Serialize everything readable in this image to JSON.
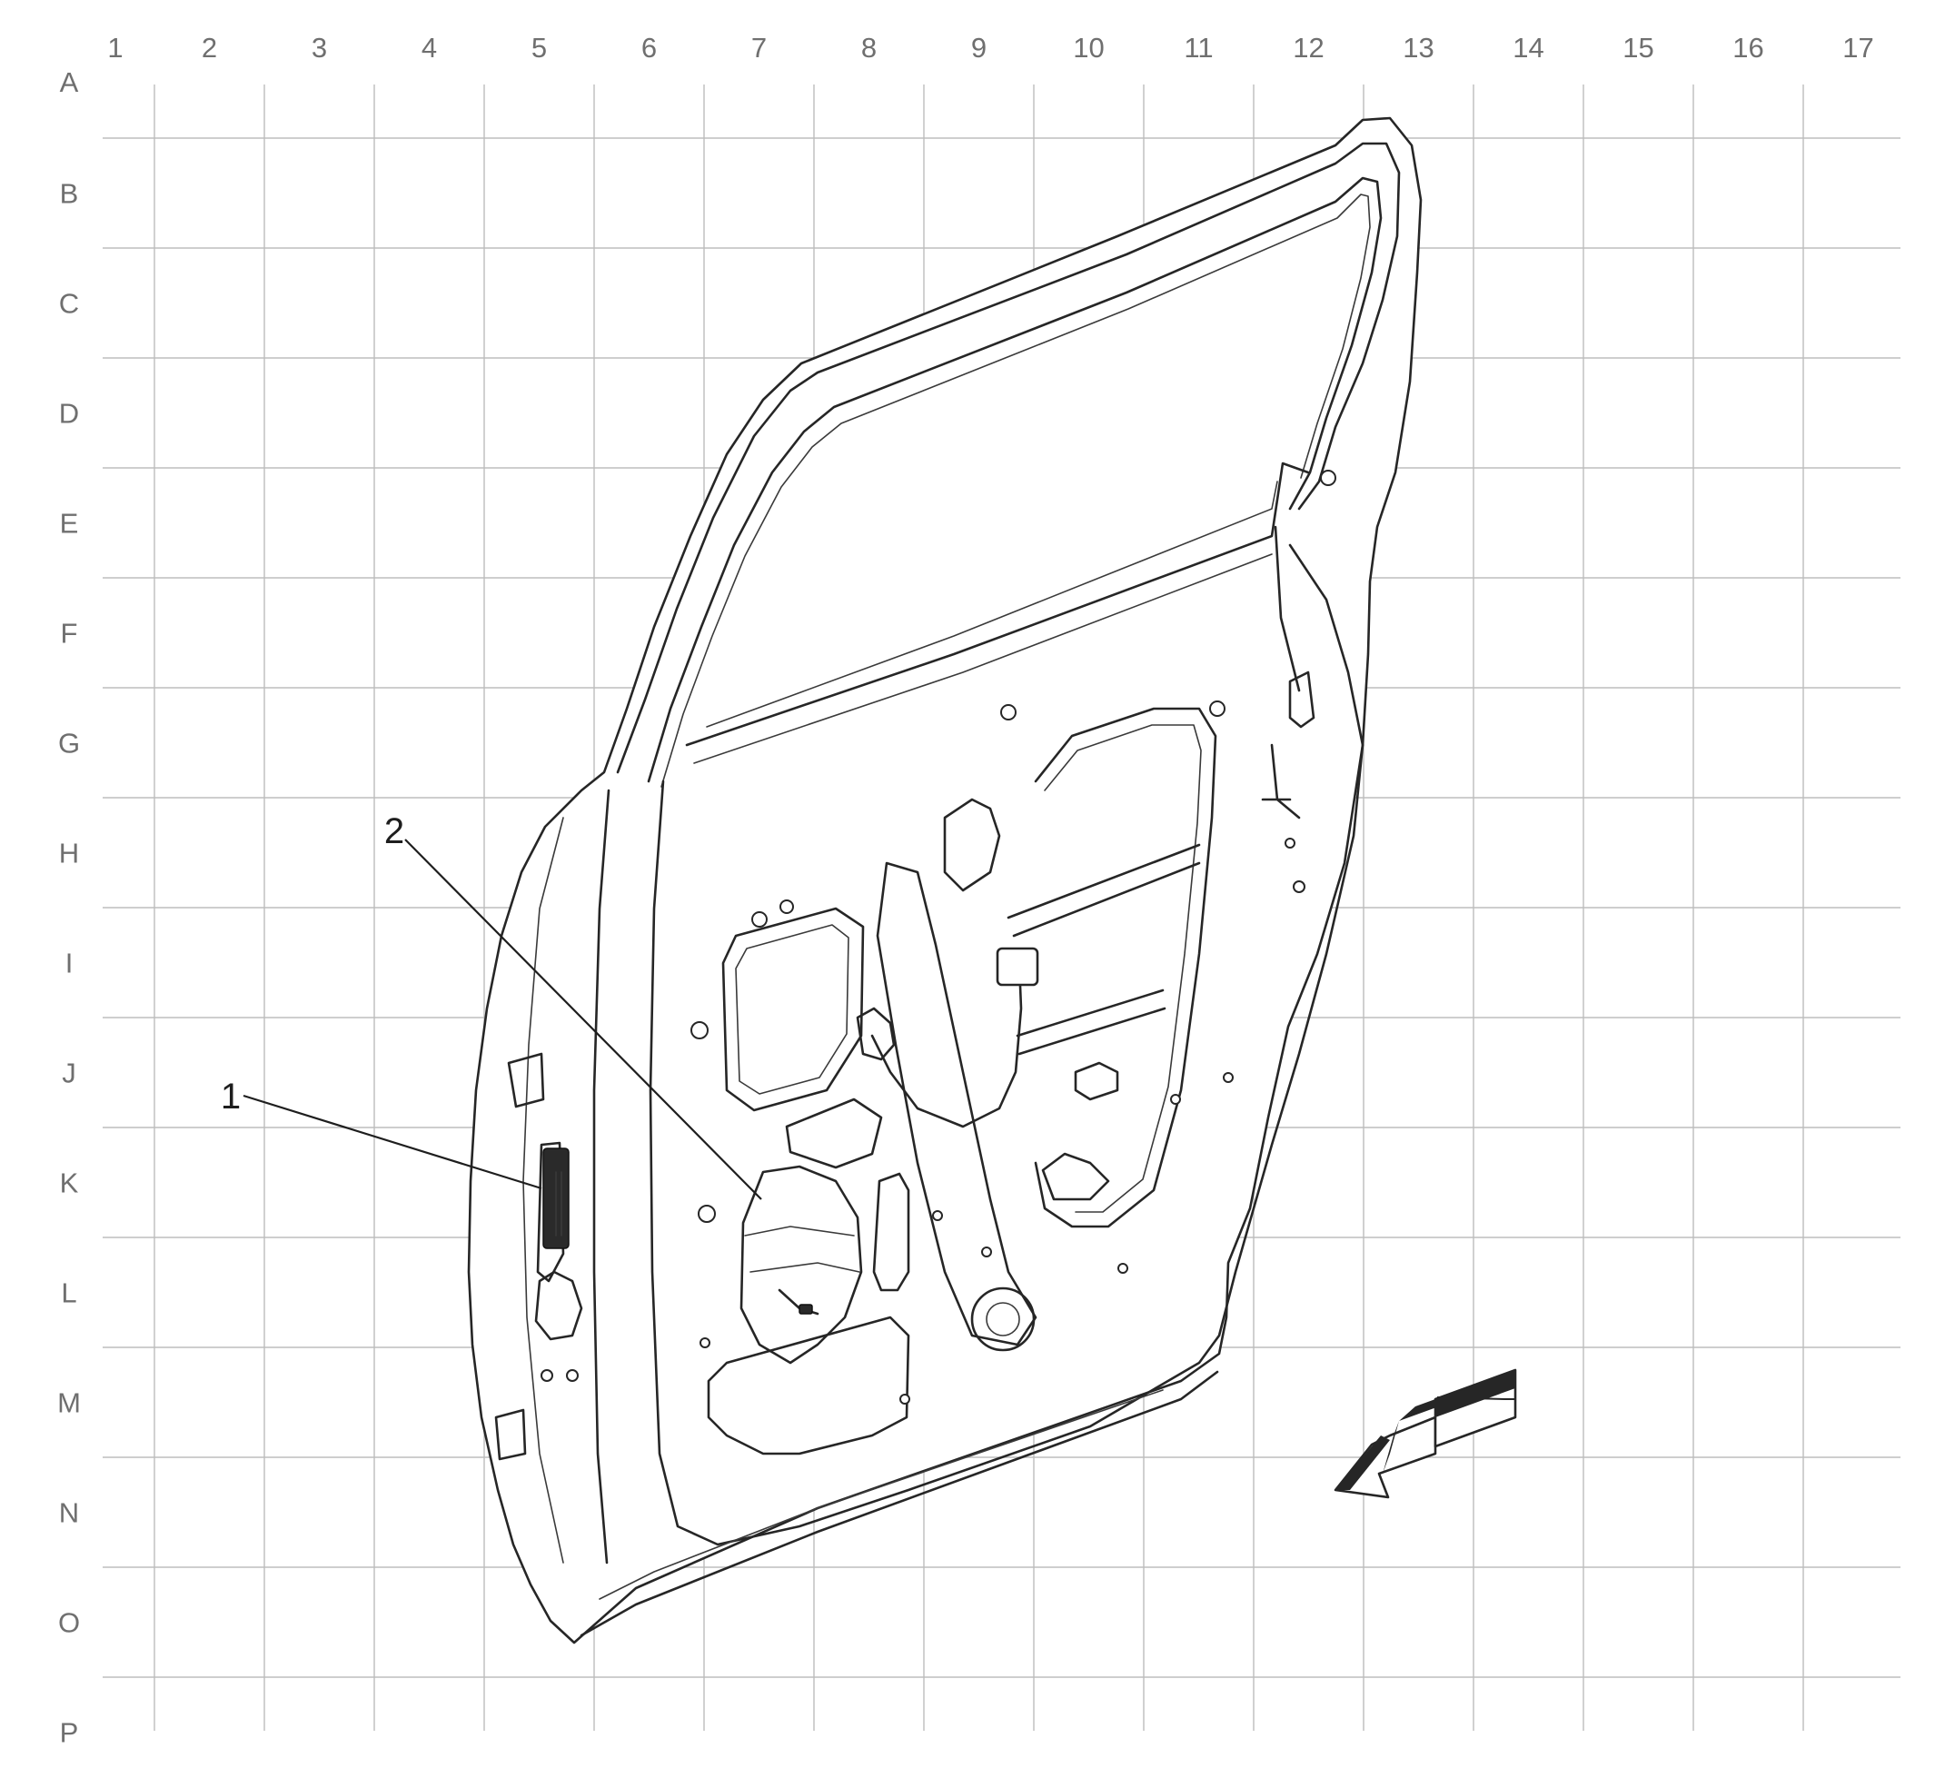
{
  "grid": {
    "columns": [
      "1",
      "2",
      "3",
      "4",
      "5",
      "6",
      "7",
      "8",
      "9",
      "10",
      "11",
      "12",
      "13",
      "14",
      "15",
      "16",
      "17"
    ],
    "rows": [
      "A",
      "B",
      "C",
      "D",
      "E",
      "F",
      "G",
      "H",
      "I",
      "J",
      "K",
      "L",
      "M",
      "N",
      "O",
      "P"
    ]
  },
  "callouts": [
    {
      "number": "1"
    },
    {
      "number": "2"
    }
  ],
  "colors": {
    "grid": "#bdbdbd",
    "labels": "#6f6f6f",
    "linework": "#262626",
    "background": "#ffffff"
  },
  "icons": {
    "direction_arrow": "front-direction-arrow-icon"
  }
}
